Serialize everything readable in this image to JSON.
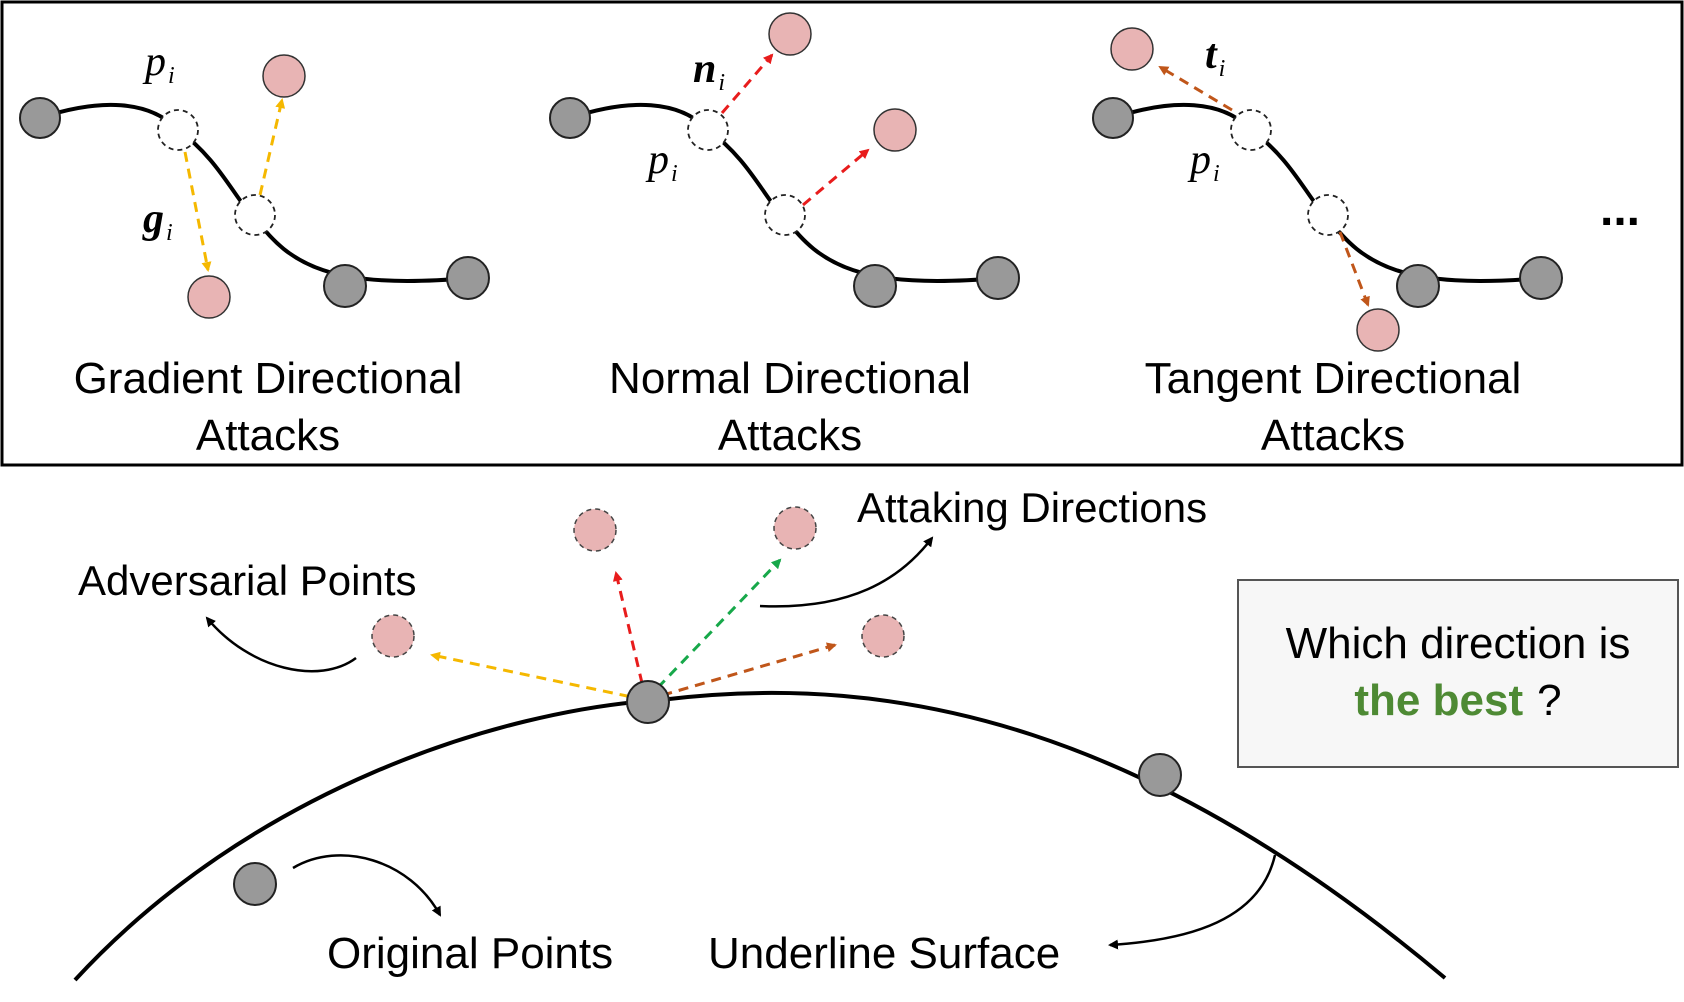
{
  "panels": [
    {
      "title_line1": "Gradient Directional",
      "title_line2": "Attacks",
      "label_point": "p",
      "label_vector": "g",
      "subscript": "i"
    },
    {
      "title_line1": "Normal Directional",
      "title_line2": "Attacks",
      "label_point": "p",
      "label_vector": "n",
      "subscript": "i"
    },
    {
      "title_line1": "Tangent Directional",
      "title_line2": "Attacks",
      "label_point": "p",
      "label_vector": "t",
      "subscript": "i"
    }
  ],
  "ellipsis": "...",
  "bottom": {
    "attacking_directions": "Attaking Directions",
    "adversarial_points": "Adversarial Points",
    "original_points": "Original Points",
    "underline_surface": "Underline Surface",
    "question_line1": "Which direction is",
    "question_highlight": "the best",
    "question_mark": "?"
  },
  "colors": {
    "gradient": "#f5b800",
    "normal": "#e81c1c",
    "tangent": "#c0561a",
    "green": "#17a84a",
    "highlight": "#4e8a34",
    "original_point": "#999999",
    "adversarial_point": "#e8b4b4"
  }
}
